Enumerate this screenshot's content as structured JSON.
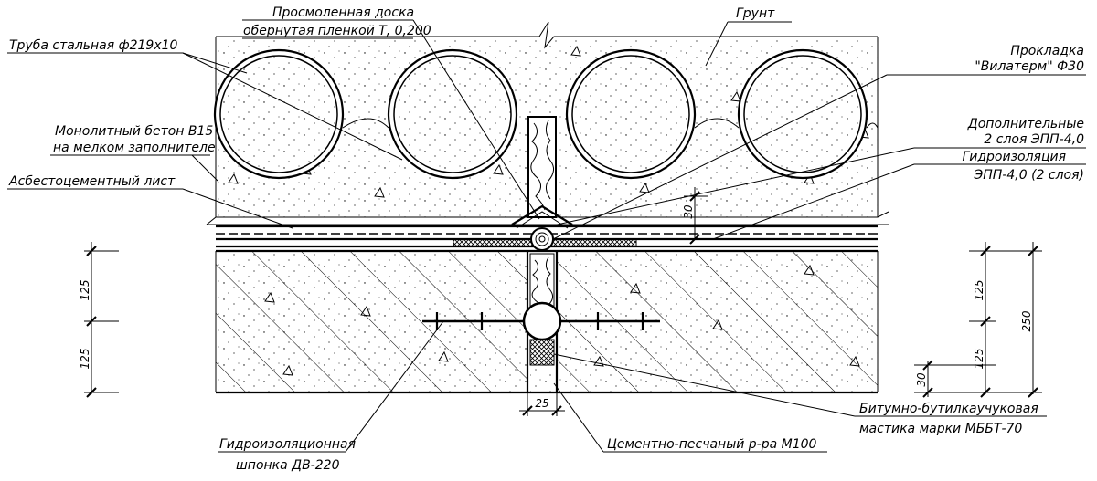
{
  "labels": {
    "board": [
      "Просмоленная доска",
      "обернутая пленкой Т, 0,200"
    ],
    "soil": "Грунт",
    "pipe": "Труба стальная ф219х10",
    "gasket": [
      "Прокладка",
      "\"Вилатерм\" Ф30"
    ],
    "concrete": [
      "Монолитный бетон В15",
      "на мелком заполнителе"
    ],
    "extra_layers": [
      "Дополнительные",
      "2 слоя    ЭПП-4,0"
    ],
    "waterproofing": [
      "Гидроизоляция",
      "ЭПП-4,0 (2 слоя)"
    ],
    "asbestos": "Асбестоцементный лист",
    "waterstop": [
      "Гидроизоляционная",
      "шпонка ДВ-220"
    ],
    "mortar": "Цементно-песчаный р-ра М100",
    "mastic": [
      "Битумно-бутилкаучуковая",
      "мастика марки МББТ-70"
    ]
  },
  "dimensions": {
    "left_top": "125",
    "left_bottom": "125",
    "right_top": "125",
    "right_bottom": "125",
    "right_total": "250",
    "right_small": "30",
    "center_small": "30",
    "joint_width": "25"
  }
}
